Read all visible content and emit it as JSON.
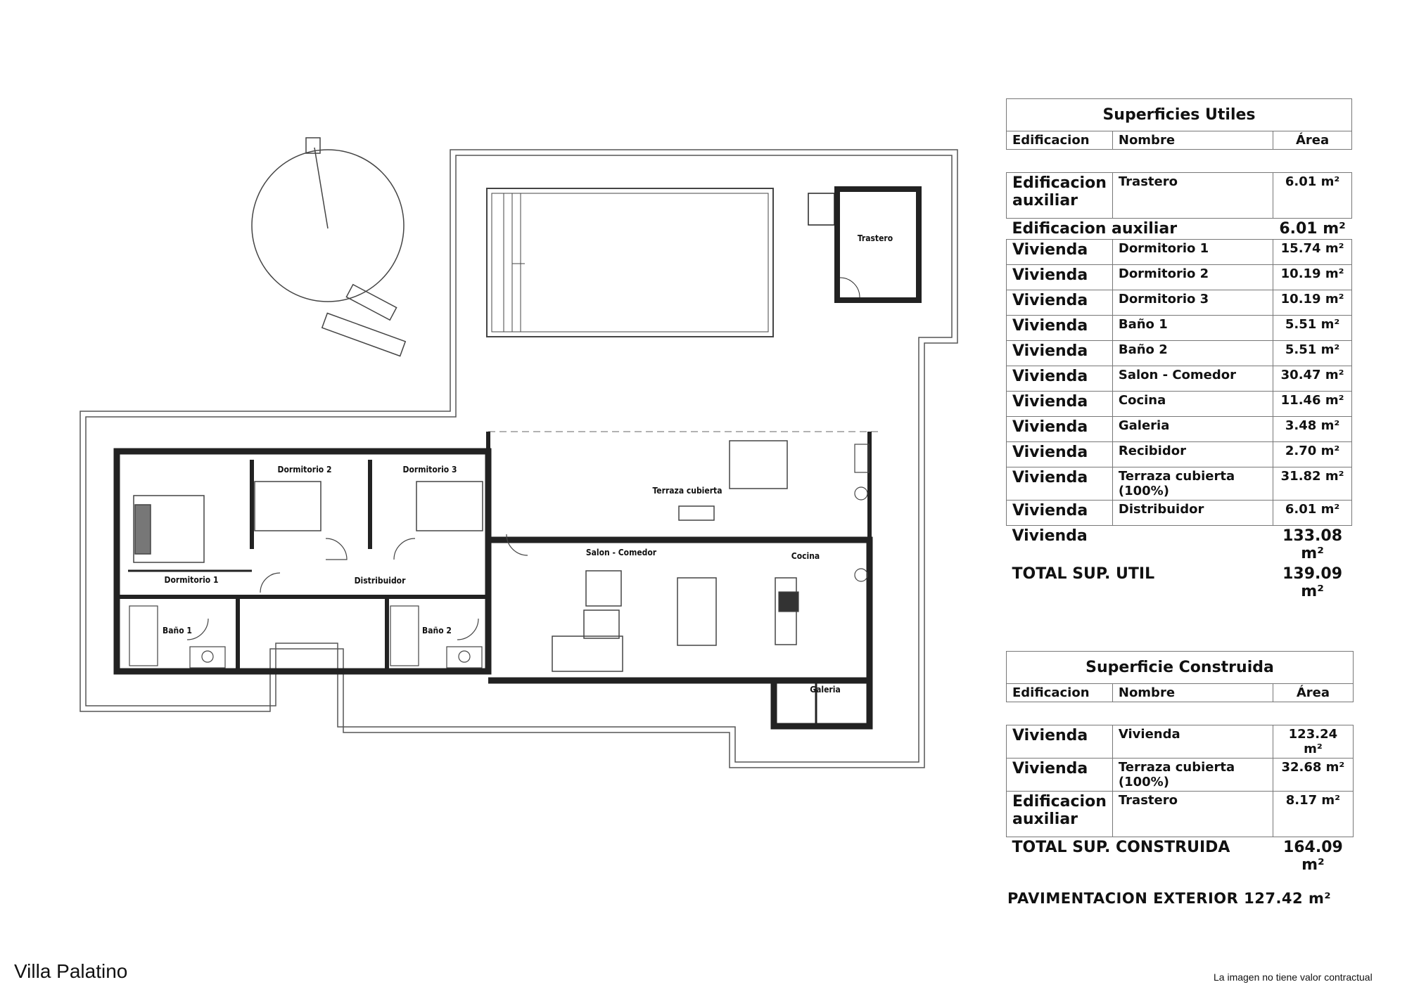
{
  "plan": {
    "rooms": {
      "dormitorio1": "Dormitorio 1",
      "dormitorio2": "Dormitorio 2",
      "dormitorio3": "Dormitorio 3",
      "bano1": "Baño 1",
      "bano2": "Baño 2",
      "distribuidor": "Distribuidor",
      "salon": "Salon - Comedor",
      "cocina": "Cocina",
      "terraza": "Terraza cubierta",
      "galeria": "Galeria",
      "trastero": "Trastero"
    }
  },
  "utiles": {
    "title": "Superficies Utiles",
    "headers": [
      "Edificacion",
      "Nombre",
      "Área"
    ],
    "aux_row": {
      "edificacion_line1": "Edificacion",
      "edificacion_line2": "auxiliar",
      "nombre": "Trastero",
      "area": "6.01 m²"
    },
    "aux_total": {
      "label": "Edificacion auxiliar",
      "area": "6.01 m²"
    },
    "rows": [
      {
        "edificacion": "Vivienda",
        "nombre": "Dormitorio 1",
        "area": "15.74 m²"
      },
      {
        "edificacion": "Vivienda",
        "nombre": "Dormitorio 2",
        "area": "10.19 m²"
      },
      {
        "edificacion": "Vivienda",
        "nombre": "Dormitorio 3",
        "area": "10.19 m²"
      },
      {
        "edificacion": "Vivienda",
        "nombre": "Baño 1",
        "area": "5.51 m²"
      },
      {
        "edificacion": "Vivienda",
        "nombre": "Baño 2",
        "area": "5.51 m²"
      },
      {
        "edificacion": "Vivienda",
        "nombre": "Salon - Comedor",
        "area": "30.47 m²"
      },
      {
        "edificacion": "Vivienda",
        "nombre": "Cocina",
        "area": "11.46 m²"
      },
      {
        "edificacion": "Vivienda",
        "nombre": "Galeria",
        "area": "3.48 m²"
      },
      {
        "edificacion": "Vivienda",
        "nombre": "Recibidor",
        "area": "2.70 m²"
      },
      {
        "edificacion": "Vivienda",
        "nombre": "Terraza cubierta (100%)",
        "area": "31.82 m²"
      },
      {
        "edificacion": "Vivienda",
        "nombre": "Distribuidor",
        "area": "6.01 m²"
      }
    ],
    "vivienda_total": {
      "label": "Vivienda",
      "area": "133.08 m²"
    },
    "total": {
      "label": "TOTAL SUP. UTIL",
      "area": "139.09 m²"
    }
  },
  "construida": {
    "title": "Superficie Construida",
    "headers": [
      "Edificacion",
      "Nombre",
      "Área"
    ],
    "rows": [
      {
        "edificacion": "Vivienda",
        "nombre": "Vivienda",
        "area": "123.24 m²"
      },
      {
        "edificacion": "Vivienda",
        "nombre": "Terraza cubierta (100%)",
        "area": "32.68 m²"
      }
    ],
    "aux_row": {
      "edificacion_line1": "Edificacion",
      "edificacion_line2": "auxiliar",
      "nombre": "Trastero",
      "area": "8.17 m²"
    },
    "total": {
      "label": "TOTAL SUP. CONSTRUIDA",
      "area": "164.09 m²"
    }
  },
  "pavimentacion": "PAVIMENTACION EXTERIOR 127.42 m²",
  "brand": "Villa Palatino",
  "disclaimer": "La imagen no tiene valor contractual"
}
